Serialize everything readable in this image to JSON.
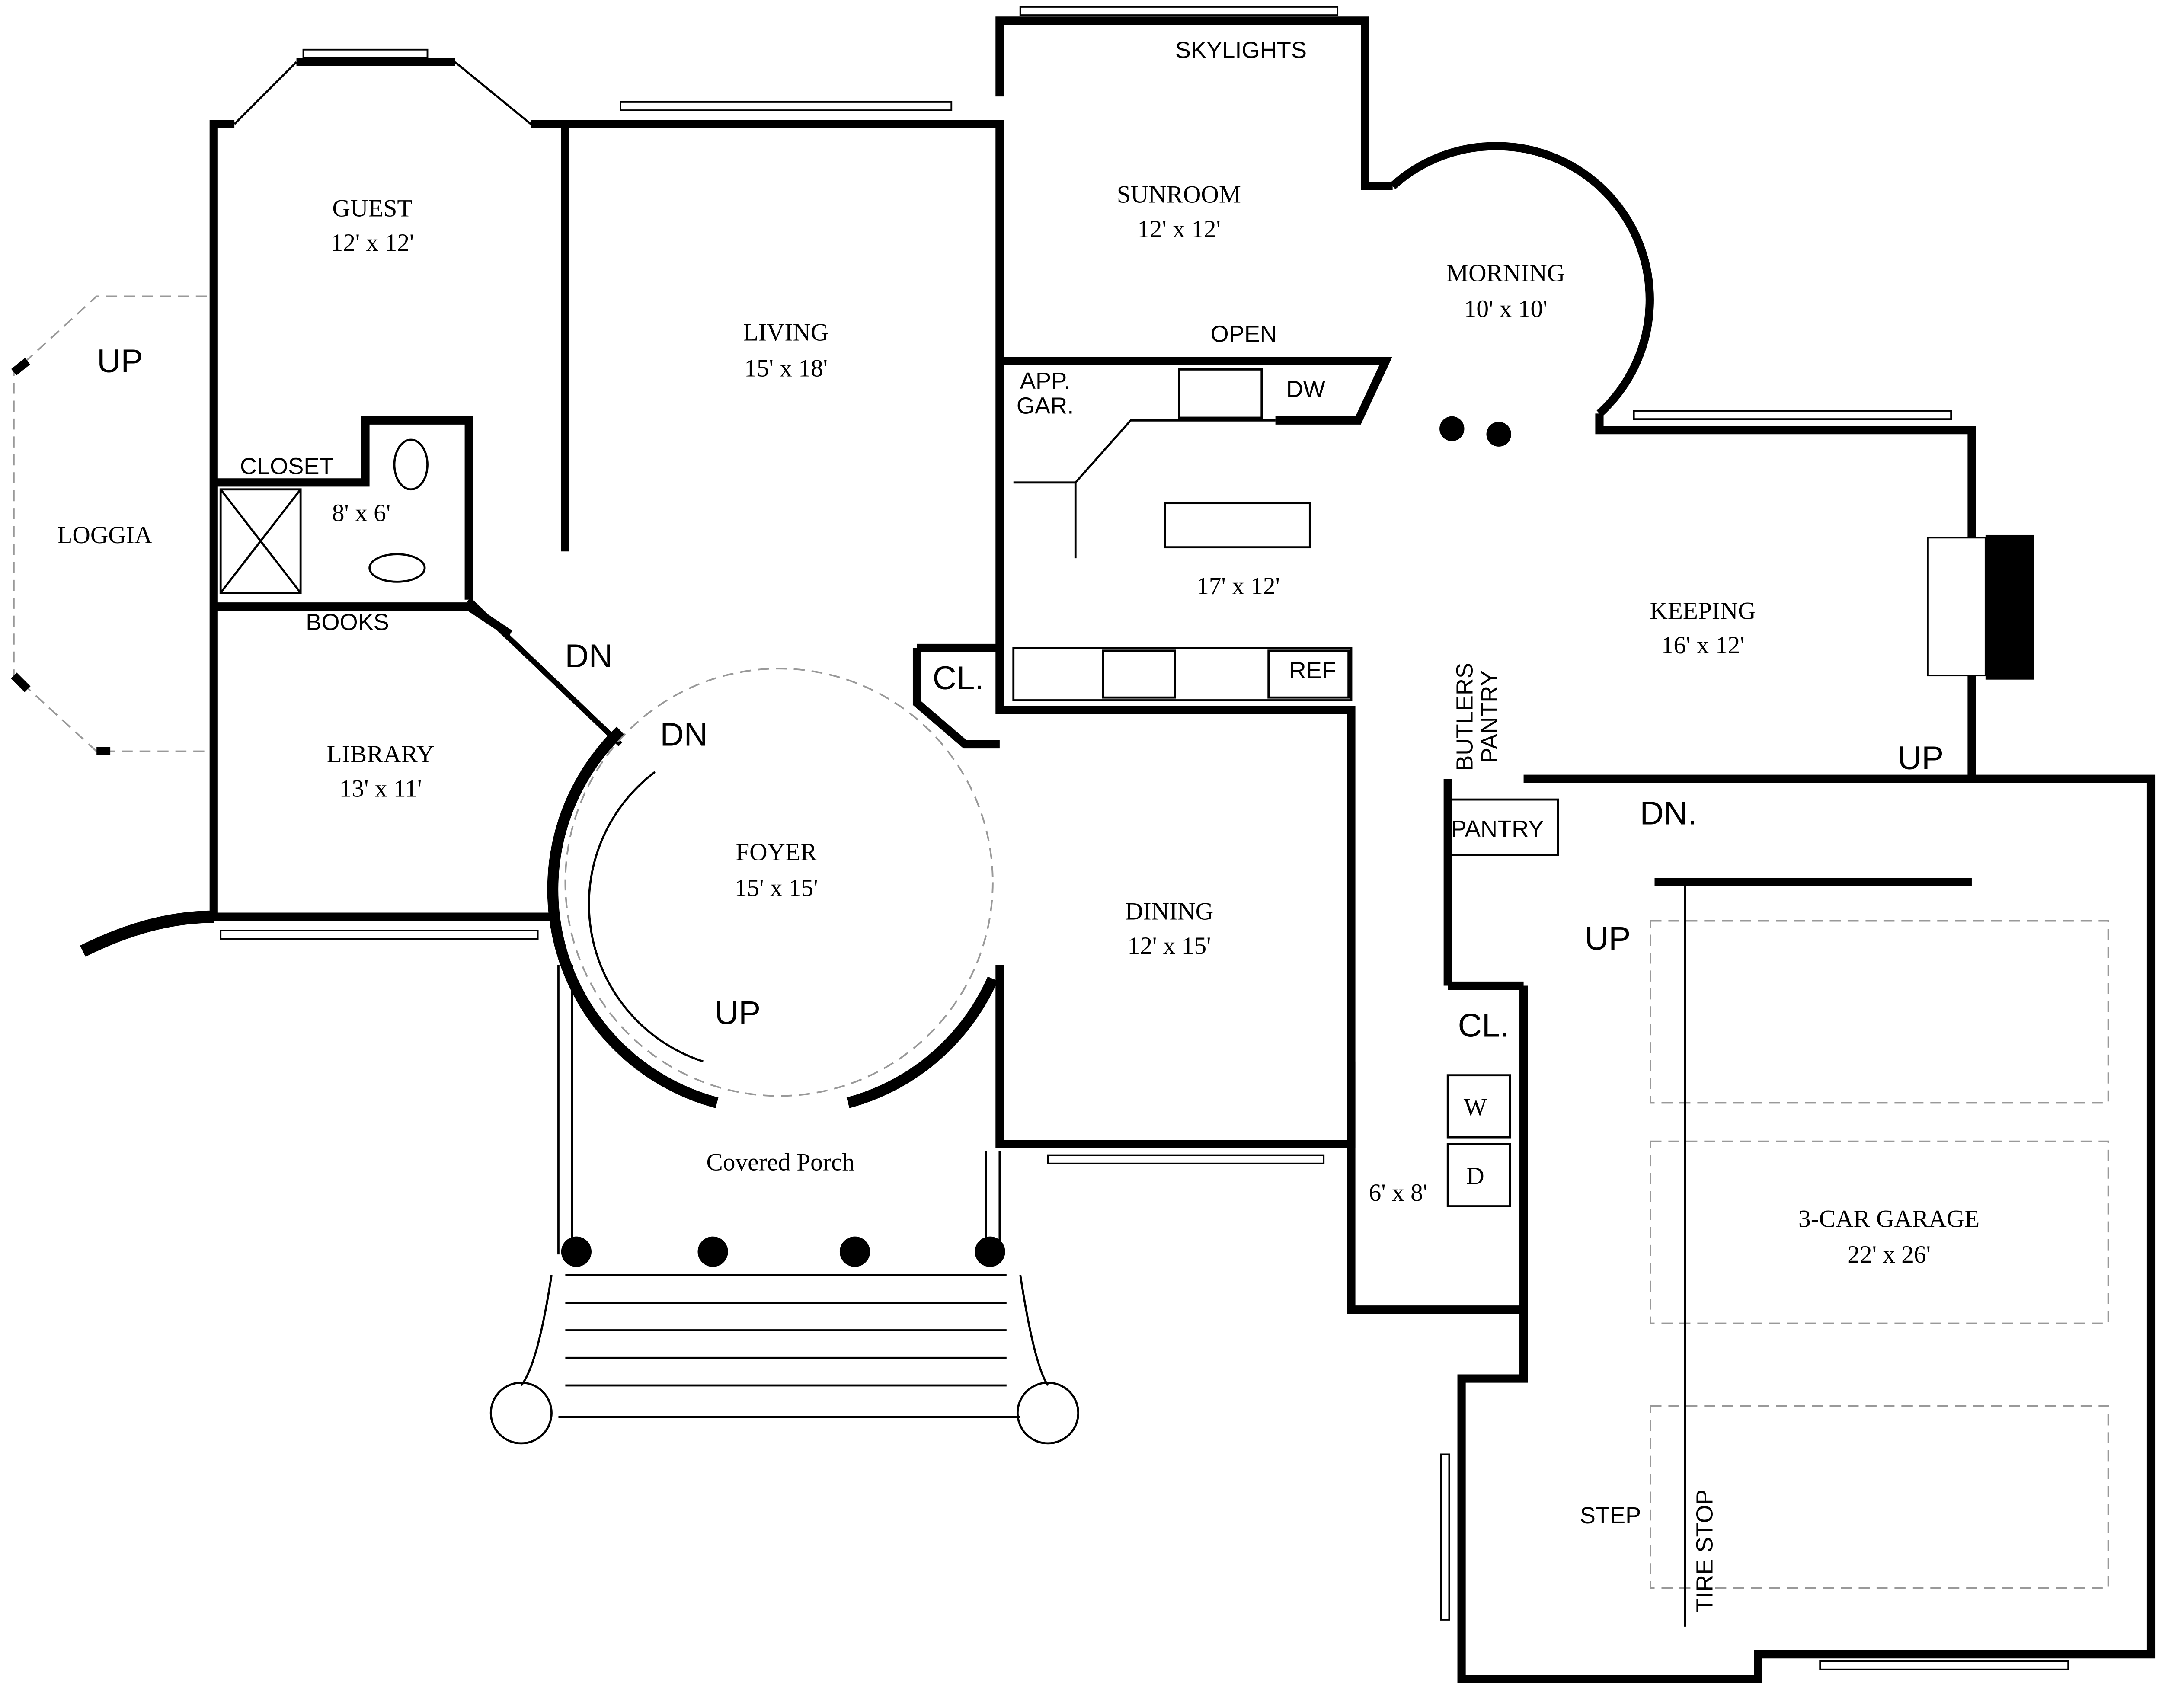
{
  "rooms": {
    "skylights": "SKYLIGHTS",
    "sunroom": {
      "name": "SUNROOM",
      "size": "12' x 12'"
    },
    "guest": {
      "name": "GUEST",
      "size": "12' x 12'"
    },
    "living": {
      "name": "LIVING",
      "size": "15' x 18'"
    },
    "morning": {
      "name": "MORNING",
      "size": "10' x 10'"
    },
    "open": "OPEN",
    "app_gar": {
      "line1": "APP.",
      "line2": "GAR."
    },
    "dw": "DW",
    "closet": "CLOSET",
    "bath_size": "8' x 6'",
    "loggia": "LOGGIA",
    "kitchen_size": "17' x 12'",
    "keeping": {
      "name": "KEEPING",
      "size": "16' x 12'"
    },
    "books": "BOOKS",
    "cl_foyer": "CL.",
    "ref": "REF",
    "butlers_pantry": {
      "line1": "BUTLERS",
      "line2": "PANTRY"
    },
    "library": {
      "name": "LIBRARY",
      "size": "13' x 11'"
    },
    "pantry": "PANTRY",
    "foyer": {
      "name": "FOYER",
      "size": "15' x 15'"
    },
    "dining": {
      "name": "DINING",
      "size": "12' x 15'"
    },
    "cl_mud": "CL.",
    "washer": "W",
    "dryer": "D",
    "covered_porch": "Covered Porch",
    "laundry_size": "6' x 8'",
    "garage": {
      "name": "3-CAR GARAGE",
      "size": "22' x 26'"
    },
    "step": "STEP",
    "tire_stop": "TIRE STOP"
  },
  "stairs": {
    "loggia_up": "UP",
    "library_dn": "DN",
    "foyer_dn": "DN",
    "foyer_up": "UP",
    "keeping_up": "UP",
    "keeping_dn": "DN.",
    "mud_up": "UP"
  }
}
